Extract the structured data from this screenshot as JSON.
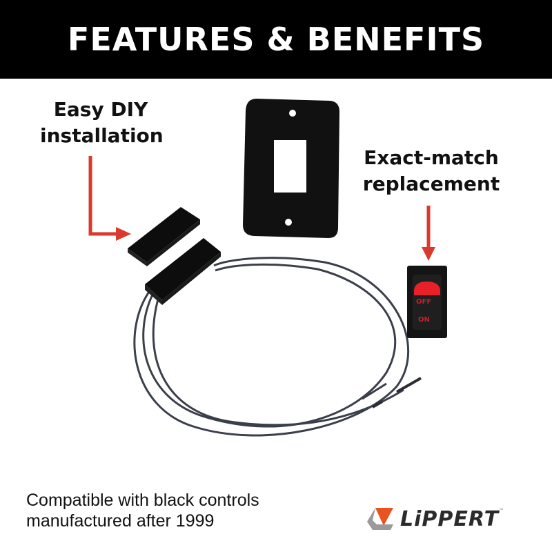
{
  "banner": {
    "title": "FEATURES & BENEFITS",
    "background": "#000000",
    "text_color": "#ffffff"
  },
  "callouts": [
    {
      "lines": [
        "Easy DIY",
        "installation"
      ],
      "target": "magnetic-reed-sensor"
    },
    {
      "lines": [
        "Exact-match",
        "replacement"
      ],
      "target": "rocker-switch"
    }
  ],
  "products": {
    "wall_plate": {
      "label": "wall-mount-plate"
    },
    "sensor": {
      "label": "magnetic-reed-sensor-with-wires"
    },
    "rocker_switch": {
      "off_label": "OFF",
      "on_label": "ON",
      "accent": "#e8202a"
    }
  },
  "footer": {
    "note_lines": [
      "Compatible with black controls",
      "manufactured after 1999"
    ]
  },
  "brand": {
    "name": "LiPPERT",
    "trademark": "™",
    "logo_orange": "#e9531f",
    "logo_gray": "#9a9a9a"
  },
  "colors": {
    "arrow_red": "#d93a2b"
  }
}
